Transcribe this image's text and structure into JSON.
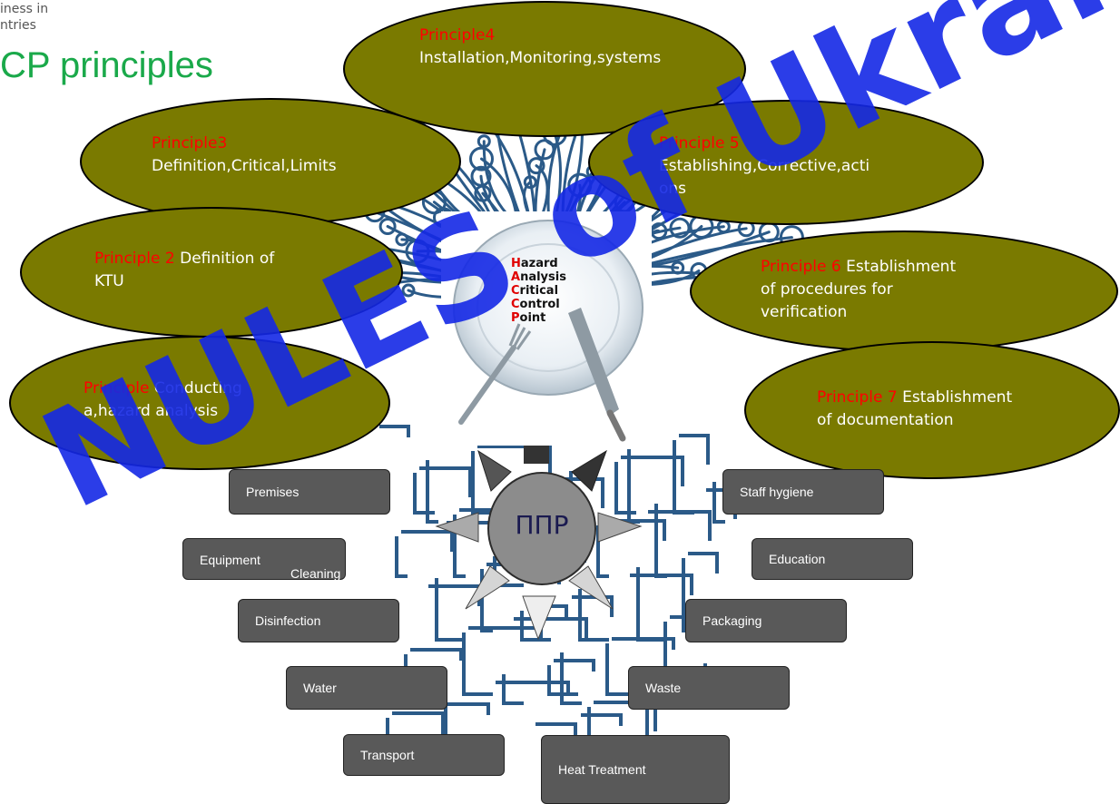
{
  "header": {
    "breadcrumb_line1": "iness in",
    "breadcrumb_line2": "ntries",
    "title": "CP principles"
  },
  "principles": [
    {
      "tag": "Principle4",
      "text": "Installation,Monitoring,systems"
    },
    {
      "tag": "Principle3",
      "text": "Definition,Critical,Limits"
    },
    {
      "tag": "Principle 5",
      "text_line1": "Establishing,Corrective,acti",
      "text_line2": "ons"
    },
    {
      "tag": "Principle 2",
      "text_line1": " Definition of",
      "text_line2": "KTU"
    },
    {
      "tag": "Principle 6",
      "text_line1": " Establishment",
      "text_line2": "of procedures for",
      "text_line3": "verification"
    },
    {
      "tag": "Principle ",
      "text_line1": " Conducting",
      "text_line2": "a,hazard analysis"
    },
    {
      "tag": "Principle 7",
      "text_line1": " Establishment",
      "text_line2": "of documentation"
    }
  ],
  "haccp": {
    "lines": [
      {
        "first": "H",
        "rest": "azard"
      },
      {
        "first": "A",
        "rest": "nalysis"
      },
      {
        "first": "C",
        "rest": "ritical"
      },
      {
        "first": "C",
        "rest": "ontrol"
      },
      {
        "first": "P",
        "rest": "oint"
      }
    ]
  },
  "center": {
    "label": "ППР"
  },
  "boxes": {
    "premises": "Premises",
    "equipment": "Equipment",
    "cleaning": "Cleaning",
    "disinfection": "Disinfection",
    "water": "Water",
    "transport": "Transport",
    "heat_treatment": "Heat Treatment",
    "waste": "Waste",
    "packaging": "Packaging",
    "education": "Education",
    "staff_hygiene": "Staff hygiene"
  },
  "watermark": "NULES of Ukraine",
  "colors": {
    "ellipse_fill": "#7a7a00",
    "principle_tag": "#ff0000",
    "box_fill": "#595959",
    "title": "#1aa94a",
    "watermark": "#1428e6",
    "tree": "#2b5a88"
  }
}
